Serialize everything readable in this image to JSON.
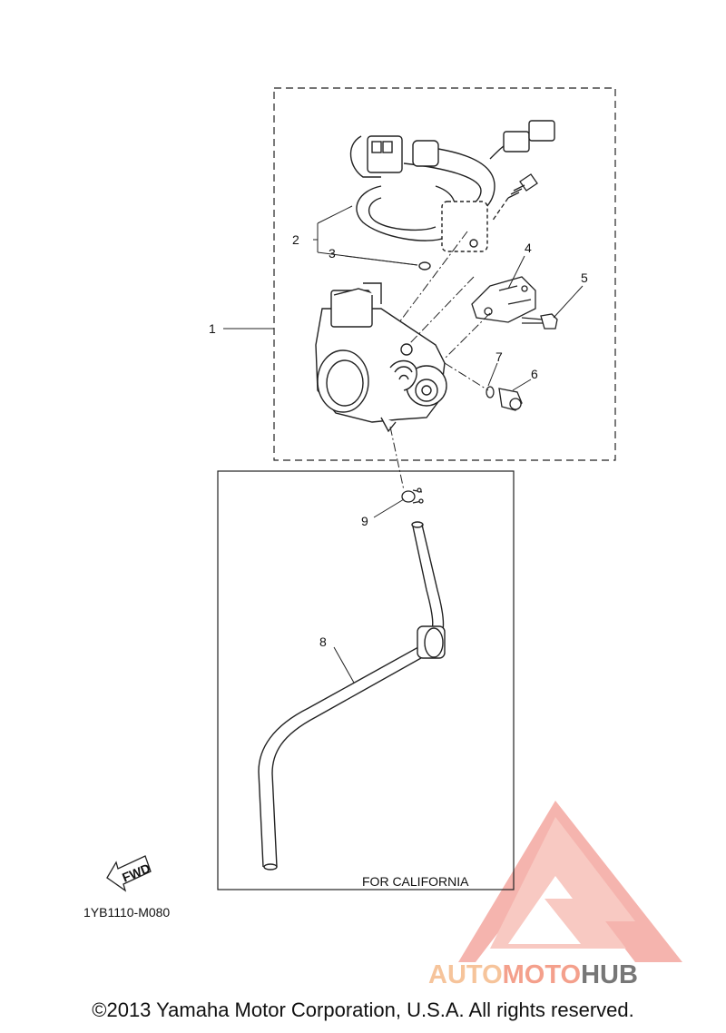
{
  "diagram": {
    "callouts": [
      {
        "id": "1",
        "label": "1"
      },
      {
        "id": "2",
        "label": "2"
      },
      {
        "id": "3",
        "label": "3"
      },
      {
        "id": "4",
        "label": "4"
      },
      {
        "id": "5",
        "label": "5"
      },
      {
        "id": "6",
        "label": "6"
      },
      {
        "id": "7",
        "label": "7"
      },
      {
        "id": "8",
        "label": "8"
      },
      {
        "id": "9",
        "label": "9"
      }
    ],
    "california_label": "FOR CALIFORNIA",
    "fwd_label": "FWD",
    "diagram_code": "1YB1110-M080",
    "copyright": "©2013 Yamaha Motor Corporation, U.S.A. All rights reserved.",
    "watermark": {
      "part1": "AUTO",
      "part2": "MOTO",
      "part3": "HUB",
      "colors": {
        "part1": "#f6c49b",
        "part2": "#f4a08c",
        "part3": "#777777",
        "logo": "#f4a8a0"
      }
    }
  }
}
